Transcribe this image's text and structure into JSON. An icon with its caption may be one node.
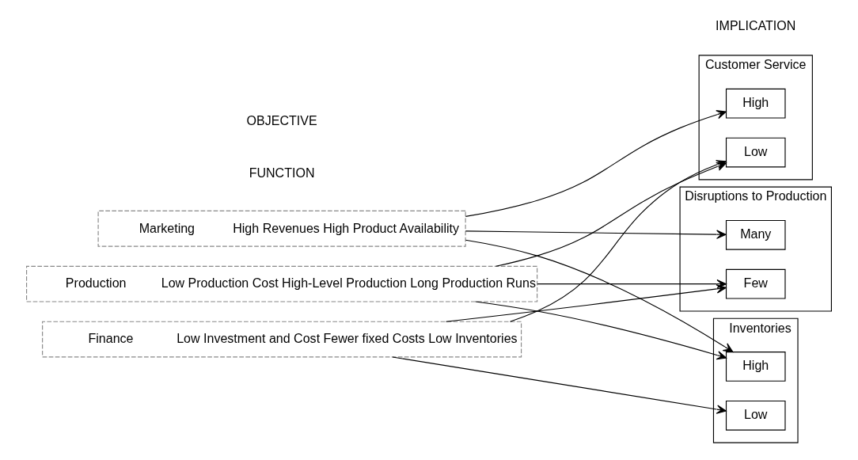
{
  "diagram": {
    "nodes": [
      {
        "text": [
          "Marketing",
          "High Revenues High Product Availability"
        ]
      },
      {
        "text": [
          "Production",
          "Low Production Cost High-Level Production Long Production Runs"
        ]
      },
      {
        "text": [
          "Finance",
          "Low Investment and Cost Fewer fixed Costs Low Inventories"
        ]
      },
      {
        "text": [
          "Customer Service"
        ]
      },
      {
        "text": [
          "High"
        ],
        "in": 3
      },
      {
        "text": [
          "Low"
        ],
        "in": 3
      },
      {
        "text": [
          "Disruptions to Production"
        ]
      },
      {
        "text": [
          "Many"
        ],
        "in": 6
      },
      {
        "text": [
          "Few"
        ],
        "in": 6
      },
      {
        "text": [
          "Inventories"
        ]
      },
      {
        "text": [
          "High"
        ],
        "in": 9
      },
      {
        "text": [
          "Low"
        ],
        "in": 9
      }
    ],
    "edges": [
      {
        "from": 0,
        "to": 4,
        "arrow": "to"
      },
      {
        "from": 0,
        "to": 7,
        "arrow": "to"
      },
      {
        "from": 0,
        "to": 10,
        "arrow": "to"
      },
      {
        "from": 1,
        "to": 5,
        "arrow": "to"
      },
      {
        "from": 1,
        "to": 8,
        "arrow": "to"
      },
      {
        "from": 1,
        "to": 10,
        "arrow": "to"
      },
      {
        "from": 2,
        "to": 5,
        "arrow": "to"
      },
      {
        "from": 2,
        "to": 8,
        "arrow": "to"
      },
      {
        "from": 2,
        "to": 11,
        "arrow": "to"
      }
    ],
    "labels": [
      "FUNCTION",
      "OBJECTIVE",
      "IMPLICATION"
    ]
  }
}
